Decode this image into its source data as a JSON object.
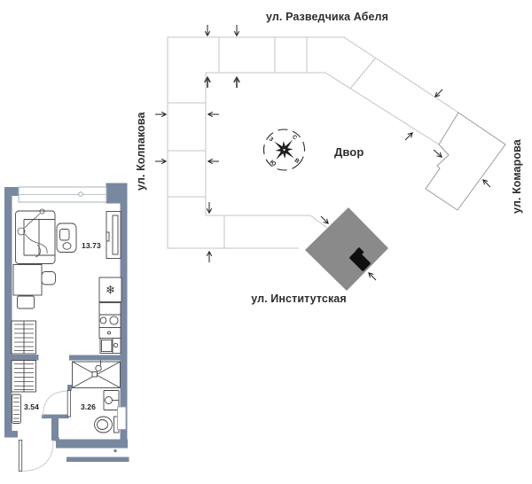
{
  "site_plan": {
    "streets": {
      "top": "ул. Разведчика Абеля",
      "left": "ул. Колпакова",
      "right": "ул. Комарова",
      "bottom": "ул. Институтская"
    },
    "courtyard_label": "Двор",
    "compass": {
      "north": "С",
      "east": "В",
      "south": "Ю",
      "west": "З"
    },
    "colors": {
      "outline": "#c4c4c4",
      "outline_dark": "#9a9a9a",
      "highlight_fill": "#8a8a8a",
      "entrance_marker": "#0f0f0f"
    }
  },
  "floor_plan": {
    "rooms": [
      {
        "name": "living-kitchen",
        "area": "13.73"
      },
      {
        "name": "hallway",
        "area": "3.54"
      },
      {
        "name": "bathroom",
        "area": "3.26"
      }
    ],
    "icons": {
      "fridge": "❄"
    },
    "colors": {
      "wall": "#7888a0"
    }
  }
}
